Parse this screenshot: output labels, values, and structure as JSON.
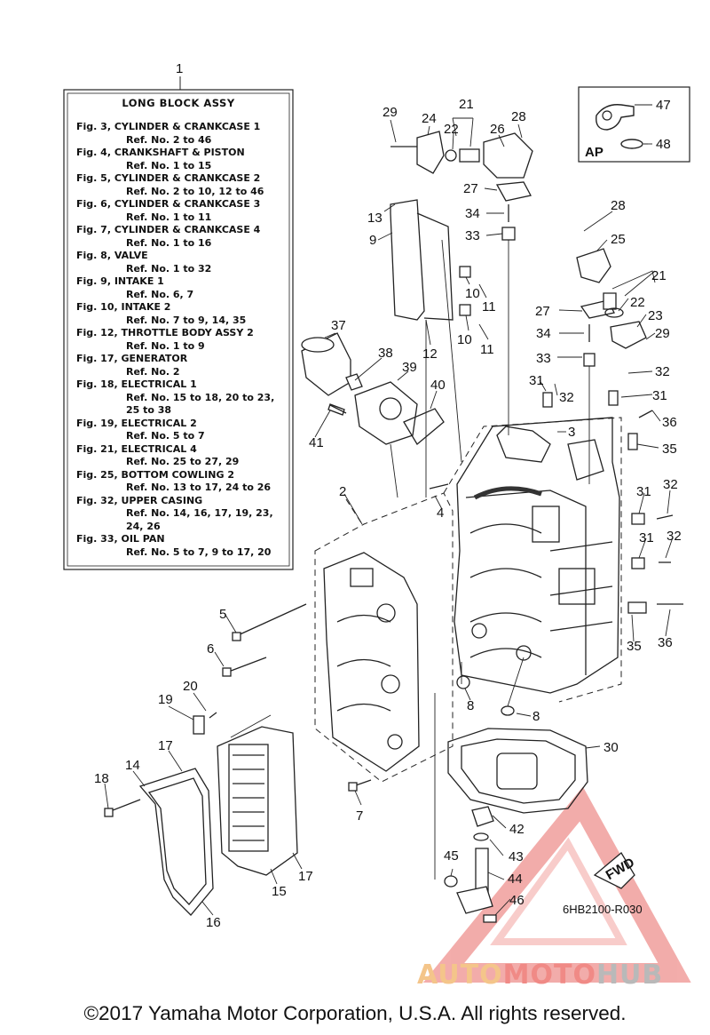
{
  "legend": {
    "ref_number": "1",
    "title": "LONG BLOCK ASSY",
    "items": [
      {
        "fig": "Fig. 3, CYLINDER & CRANKCASE 1",
        "refs": "Ref. No. 2 to 46"
      },
      {
        "fig": "Fig. 4, CRANKSHAFT & PISTON",
        "refs": "Ref. No. 1 to 15"
      },
      {
        "fig": "Fig. 5, CYLINDER & CRANKCASE 2",
        "refs": "Ref. No. 2 to 10, 12 to 46"
      },
      {
        "fig": "Fig. 6, CYLINDER & CRANKCASE 3",
        "refs": "Ref. No. 1 to 11"
      },
      {
        "fig": "Fig. 7, CYLINDER & CRANKCASE 4",
        "refs": "Ref. No. 1 to 16"
      },
      {
        "fig": "Fig. 8, VALVE",
        "refs": "Ref. No. 1 to 32"
      },
      {
        "fig": "Fig. 9, INTAKE 1",
        "refs": "Ref. No. 6, 7"
      },
      {
        "fig": "Fig. 10, INTAKE 2",
        "refs": "Ref. No. 7 to 9, 14, 35"
      },
      {
        "fig": "Fig. 12, THROTTLE BODY ASSY 2",
        "refs": "Ref. No. 1 to 9"
      },
      {
        "fig": "Fig. 17, GENERATOR",
        "refs": "Ref. No. 2"
      },
      {
        "fig": "Fig. 18, ELECTRICAL 1",
        "refs": "Ref. No. 15 to 18, 20 to 23,\n25 to 38"
      },
      {
        "fig": "Fig. 19, ELECTRICAL 2",
        "refs": "Ref. No. 5 to 7"
      },
      {
        "fig": "Fig. 21, ELECTRICAL 4",
        "refs": "Ref. No. 25 to 27, 29"
      },
      {
        "fig": "Fig. 25, BOTTOM COWLING 2",
        "refs": "Ref. No. 13 to 17, 24 to 26"
      },
      {
        "fig": "Fig. 32, UPPER CASING",
        "refs": "Ref. No. 14, 16, 17, 19, 23,\n24, 26"
      },
      {
        "fig": "Fig. 33, OIL PAN",
        "refs": "Ref. No. 5 to 7, 9 to 17, 20"
      }
    ]
  },
  "ap_box": {
    "label": "AP"
  },
  "callouts": {
    "c47": "47",
    "c48": "48",
    "c29a": "29",
    "c24": "24",
    "c21a": "21",
    "c22a": "22",
    "c26": "26",
    "c28a": "28",
    "c27a": "27",
    "c34a": "34",
    "c33a": "33",
    "c13": "13",
    "c9": "9",
    "c10a": "10",
    "c11a": "11",
    "c10b": "10",
    "c11b": "11",
    "c12": "12",
    "c28b": "28",
    "c25": "25",
    "c21b": "21",
    "c22b": "22",
    "c27b": "27",
    "c23": "23",
    "c34b": "34",
    "c29b": "29",
    "c33b": "33",
    "c32a": "32",
    "c31a": "31",
    "c32b": "32",
    "c31b": "31",
    "c36a": "36",
    "c35a": "35",
    "c3": "3",
    "c37": "37",
    "c38": "38",
    "c39": "39",
    "c40": "40",
    "c41": "41",
    "c2": "2",
    "c4": "4",
    "c31c": "31",
    "c32c": "32",
    "c31d": "31",
    "c32d": "32",
    "c35b": "35",
    "c36b": "36",
    "c5": "5",
    "c6": "6",
    "c8a": "8",
    "c8b": "8",
    "c30": "30",
    "c20": "20",
    "c19": "19",
    "c17a": "17",
    "c14": "14",
    "c18": "18",
    "c7": "7",
    "c42": "42",
    "c43": "43",
    "c45": "45",
    "c44": "44",
    "c46": "46",
    "c15": "15",
    "c16": "16",
    "c17b": "17"
  },
  "fwd_label": "FWD",
  "diagram_code": "6HB2100-R030",
  "footer": "©2017 Yamaha Motor Corporation, U.S.A. All rights reserved.",
  "watermark": {
    "part1": "AUTO",
    "part2": "MOTO",
    "part3": "HUB"
  }
}
